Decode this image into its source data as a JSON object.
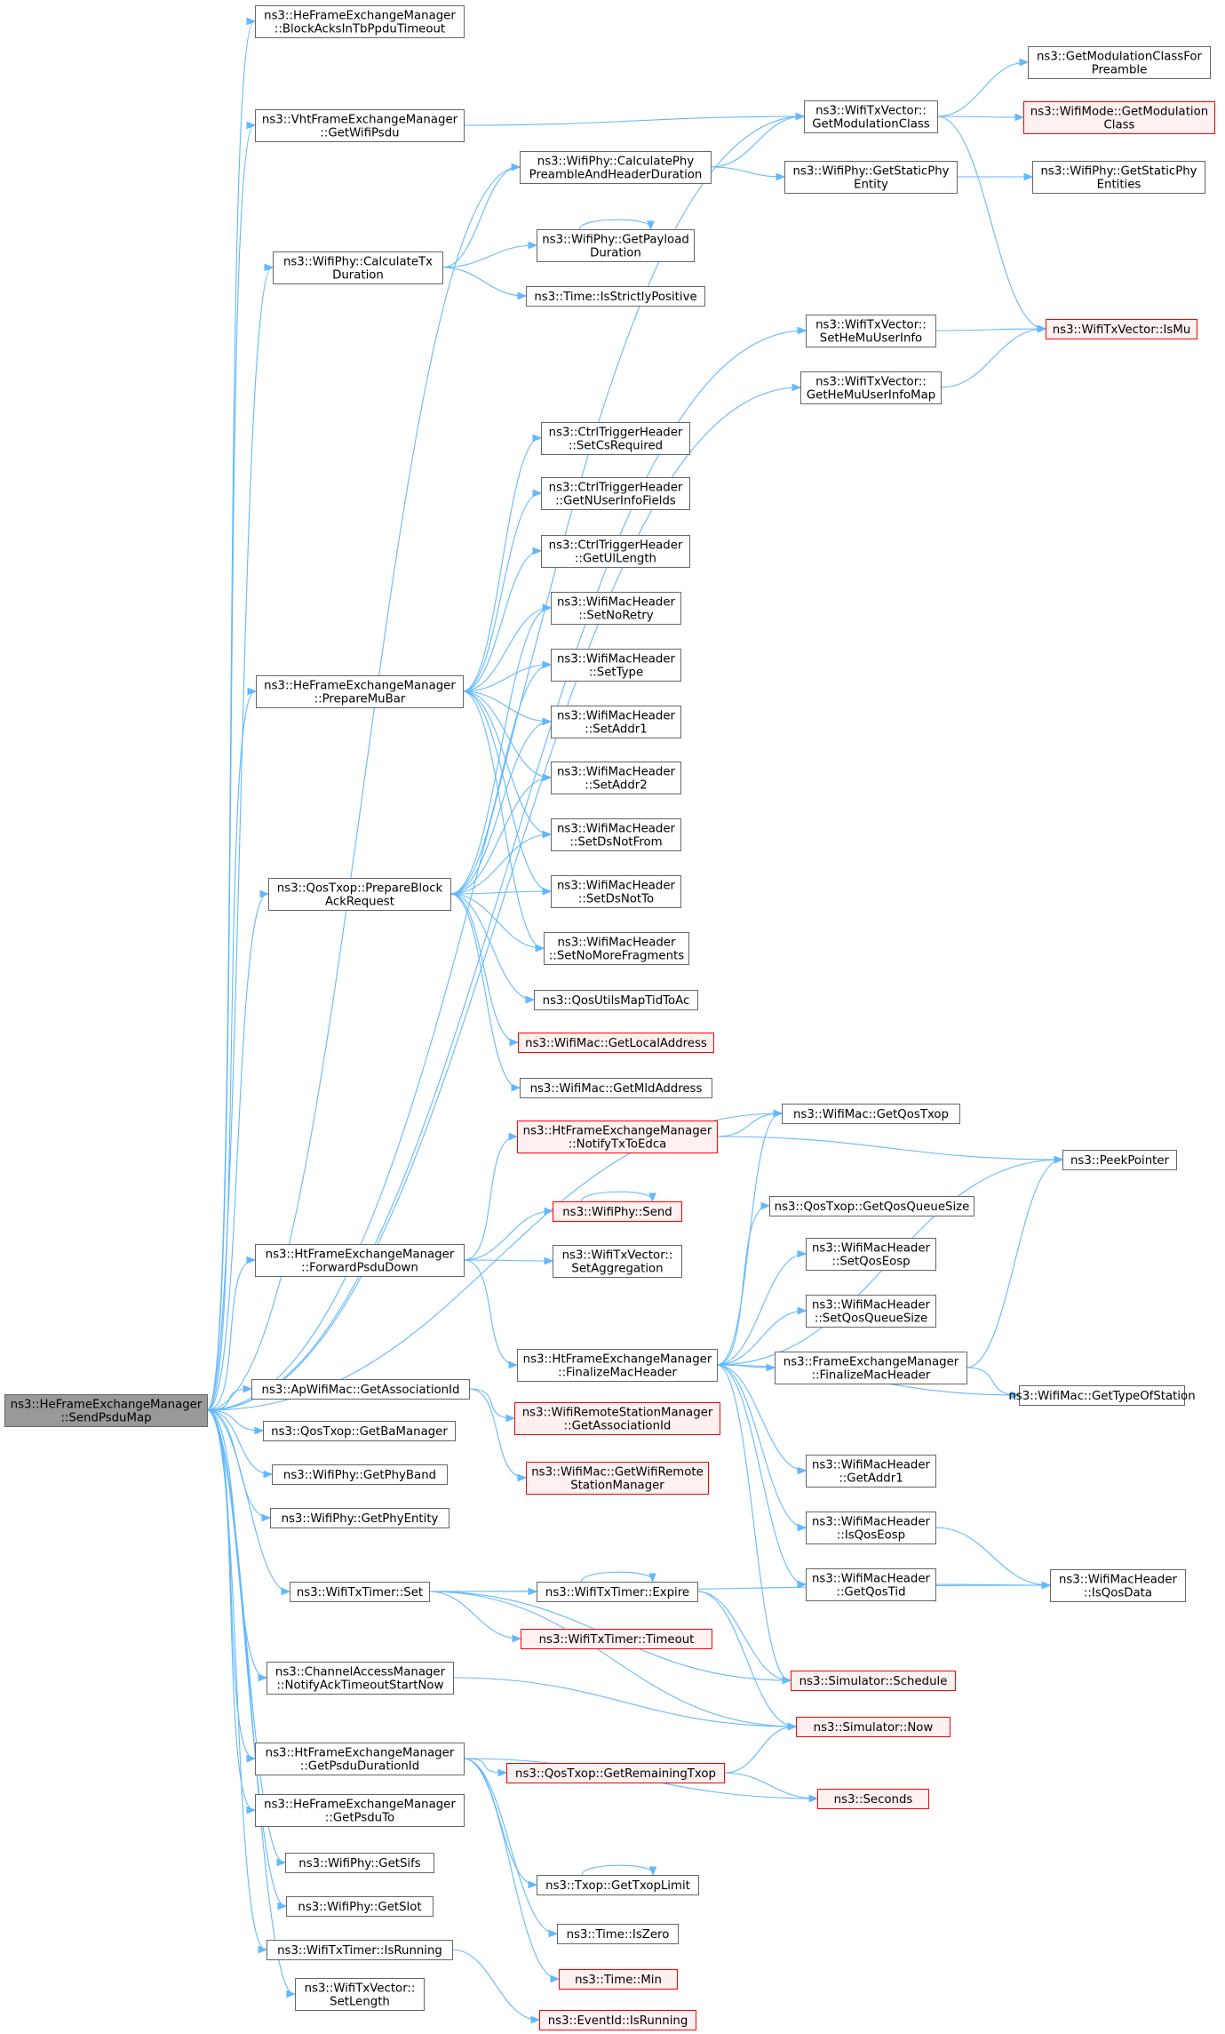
{
  "colors": {
    "edge": "#63b8ff",
    "normal_fill": "#ffffff",
    "normal_border": "#666666",
    "red_fill": "#fff0f0",
    "red_border": "#ff0000",
    "root_fill": "#999999",
    "root_border": "#666666"
  },
  "nodes": [
    {
      "id": "root",
      "lines": [
        "ns3::HeFrameExchangeManager",
        "::SendPsduMap"
      ],
      "style": "root"
    },
    {
      "id": "blockacks",
      "lines": [
        "ns3::HeFrameExchangeManager",
        "::BlockAcksInTbPpduTimeout"
      ],
      "style": "normal"
    },
    {
      "id": "vhtgetwifipsdu",
      "lines": [
        "ns3::VhtFrameExchangeManager",
        "::GetWifiPsdu"
      ],
      "style": "normal"
    },
    {
      "id": "calctxduration",
      "lines": [
        "ns3::WifiPhy::CalculateTx",
        "Duration"
      ],
      "style": "normal"
    },
    {
      "id": "preparemubar",
      "lines": [
        "ns3::HeFrameExchangeManager",
        "::PrepareMuBar"
      ],
      "style": "normal"
    },
    {
      "id": "prepareblockack",
      "lines": [
        "ns3::QosTxop::PrepareBlock",
        "AckRequest"
      ],
      "style": "normal"
    },
    {
      "id": "forwardpsdudown",
      "lines": [
        "ns3::HtFrameExchangeManager",
        "::ForwardPsduDown"
      ],
      "style": "normal"
    },
    {
      "id": "getassocid",
      "lines": [
        "ns3::ApWifiMac::GetAssociationId"
      ],
      "style": "normal"
    },
    {
      "id": "getbamanager",
      "lines": [
        "ns3::QosTxop::GetBaManager"
      ],
      "style": "normal"
    },
    {
      "id": "getphyband",
      "lines": [
        "ns3::WifiPhy::GetPhyBand"
      ],
      "style": "normal"
    },
    {
      "id": "getphyentity",
      "lines": [
        "ns3::WifiPhy::GetPhyEntity"
      ],
      "style": "normal"
    },
    {
      "id": "txtimerset",
      "lines": [
        "ns3::WifiTxTimer::Set"
      ],
      "style": "normal"
    },
    {
      "id": "notifyacktimeout",
      "lines": [
        "ns3::ChannelAccessManager",
        "::NotifyAckTimeoutStartNow"
      ],
      "style": "normal"
    },
    {
      "id": "getpsdudurationid",
      "lines": [
        "ns3::HtFrameExchangeManager",
        "::GetPsduDurationId"
      ],
      "style": "normal"
    },
    {
      "id": "getpsduto",
      "lines": [
        "ns3::HeFrameExchangeManager",
        "::GetPsduTo"
      ],
      "style": "normal"
    },
    {
      "id": "getsifs",
      "lines": [
        "ns3::WifiPhy::GetSifs"
      ],
      "style": "normal"
    },
    {
      "id": "getslot",
      "lines": [
        "ns3::WifiPhy::GetSlot"
      ],
      "style": "normal"
    },
    {
      "id": "txtimerisrunning",
      "lines": [
        "ns3::WifiTxTimer::IsRunning"
      ],
      "style": "normal"
    },
    {
      "id": "setlength",
      "lines": [
        "ns3::WifiTxVector::",
        "SetLength"
      ],
      "style": "normal"
    },
    {
      "id": "calcpreamble",
      "lines": [
        "ns3::WifiPhy::CalculatePhy",
        "PreambleAndHeaderDuration"
      ],
      "style": "normal"
    },
    {
      "id": "getpayloadduration",
      "lines": [
        "ns3::WifiPhy::GetPayload",
        "Duration"
      ],
      "style": "normal"
    },
    {
      "id": "isstrictlypositive",
      "lines": [
        "ns3::Time::IsStrictlyPositive"
      ],
      "style": "normal"
    },
    {
      "id": "getmodclass",
      "lines": [
        "ns3::WifiTxVector::",
        "GetModulationClass"
      ],
      "style": "normal"
    },
    {
      "id": "getstaticphyentity",
      "lines": [
        "ns3::WifiPhy::GetStaticPhy",
        "Entity"
      ],
      "style": "normal"
    },
    {
      "id": "getmodclassforpreamble",
      "lines": [
        "ns3::GetModulationClassFor",
        "Preamble"
      ],
      "style": "normal"
    },
    {
      "id": "wifimodegetmodclass",
      "lines": [
        "ns3::WifiMode::GetModulation",
        "Class"
      ],
      "style": "red"
    },
    {
      "id": "getstaticphyentities",
      "lines": [
        "ns3::WifiPhy::GetStaticPhy",
        "Entities"
      ],
      "style": "normal"
    },
    {
      "id": "sethemuuserinfo",
      "lines": [
        "ns3::WifiTxVector::",
        "SetHeMuUserInfo"
      ],
      "style": "normal"
    },
    {
      "id": "gethemuuserinfomap",
      "lines": [
        "ns3::WifiTxVector::",
        "GetHeMuUserInfoMap"
      ],
      "style": "normal"
    },
    {
      "id": "ismu",
      "lines": [
        "ns3::WifiTxVector::IsMu"
      ],
      "style": "red"
    },
    {
      "id": "setcsrequired",
      "lines": [
        "ns3::CtrlTriggerHeader",
        "::SetCsRequired"
      ],
      "style": "normal"
    },
    {
      "id": "getnuserinfofields",
      "lines": [
        "ns3::CtrlTriggerHeader",
        "::GetNUserInfoFields"
      ],
      "style": "normal"
    },
    {
      "id": "getullength",
      "lines": [
        "ns3::CtrlTriggerHeader",
        "::GetUlLength"
      ],
      "style": "normal"
    },
    {
      "id": "setnoretry",
      "lines": [
        "ns3::WifiMacHeader",
        "::SetNoRetry"
      ],
      "style": "normal"
    },
    {
      "id": "settype",
      "lines": [
        "ns3::WifiMacHeader",
        "::SetType"
      ],
      "style": "normal"
    },
    {
      "id": "setaddr1",
      "lines": [
        "ns3::WifiMacHeader",
        "::SetAddr1"
      ],
      "style": "normal"
    },
    {
      "id": "setaddr2",
      "lines": [
        "ns3::WifiMacHeader",
        "::SetAddr2"
      ],
      "style": "normal"
    },
    {
      "id": "setdsnotfrom",
      "lines": [
        "ns3::WifiMacHeader",
        "::SetDsNotFrom"
      ],
      "style": "normal"
    },
    {
      "id": "setdsnotto",
      "lines": [
        "ns3::WifiMacHeader",
        "::SetDsNotTo"
      ],
      "style": "normal"
    },
    {
      "id": "setnomorefragments",
      "lines": [
        "ns3::WifiMacHeader",
        "::SetNoMoreFragments"
      ],
      "style": "normal"
    },
    {
      "id": "qosutilsmaptid",
      "lines": [
        "ns3::QosUtilsMapTidToAc"
      ],
      "style": "normal"
    },
    {
      "id": "getlocaladdress",
      "lines": [
        "ns3::WifiMac::GetLocalAddress"
      ],
      "style": "red"
    },
    {
      "id": "getmldaddress",
      "lines": [
        "ns3::WifiMac::GetMldAddress"
      ],
      "style": "normal"
    },
    {
      "id": "notifytxtoedca",
      "lines": [
        "ns3::HtFrameExchangeManager",
        "::NotifyTxToEdca"
      ],
      "style": "red"
    },
    {
      "id": "wifiphysend",
      "lines": [
        "ns3::WifiPhy::Send"
      ],
      "style": "red"
    },
    {
      "id": "setaggregation",
      "lines": [
        "ns3::WifiTxVector::",
        "SetAggregation"
      ],
      "style": "normal"
    },
    {
      "id": "finalizemacheader",
      "lines": [
        "ns3::HtFrameExchangeManager",
        "::FinalizeMacHeader"
      ],
      "style": "normal"
    },
    {
      "id": "getremoteassocid",
      "lines": [
        "ns3::WifiRemoteStationManager",
        "::GetAssociationId"
      ],
      "style": "red"
    },
    {
      "id": "getwifiremotemanager",
      "lines": [
        "ns3::WifiMac::GetWifiRemote",
        "StationManager"
      ],
      "style": "red"
    },
    {
      "id": "getqostxop",
      "lines": [
        "ns3::WifiMac::GetQosTxop"
      ],
      "style": "normal"
    },
    {
      "id": "peekpointer",
      "lines": [
        "ns3::PeekPointer"
      ],
      "style": "normal"
    },
    {
      "id": "getqosqueuesize",
      "lines": [
        "ns3::QosTxop::GetQosQueueSize"
      ],
      "style": "normal"
    },
    {
      "id": "setqoseosp",
      "lines": [
        "ns3::WifiMacHeader",
        "::SetQosEosp"
      ],
      "style": "normal"
    },
    {
      "id": "setqosqueuesize",
      "lines": [
        "ns3::WifiMacHeader",
        "::SetQosQueueSize"
      ],
      "style": "normal"
    },
    {
      "id": "fefinalizemacheader",
      "lines": [
        "ns3::FrameExchangeManager",
        "::FinalizeMacHeader"
      ],
      "style": "normal"
    },
    {
      "id": "gettypeofstation",
      "lines": [
        "ns3::WifiMac::GetTypeOfStation"
      ],
      "style": "normal"
    },
    {
      "id": "getaddr1",
      "lines": [
        "ns3::WifiMacHeader",
        "::GetAddr1"
      ],
      "style": "normal"
    },
    {
      "id": "isqoseosp",
      "lines": [
        "ns3::WifiMacHeader",
        "::IsQosEosp"
      ],
      "style": "normal"
    },
    {
      "id": "getqostid",
      "lines": [
        "ns3::WifiMacHeader",
        "::GetQosTid"
      ],
      "style": "normal"
    },
    {
      "id": "isqosdata",
      "lines": [
        "ns3::WifiMacHeader",
        "::IsQosData"
      ],
      "style": "normal"
    },
    {
      "id": "txtimerexpire",
      "lines": [
        "ns3::WifiTxTimer::Expire"
      ],
      "style": "normal"
    },
    {
      "id": "txtimertimeout",
      "lines": [
        "ns3::WifiTxTimer::Timeout"
      ],
      "style": "red"
    },
    {
      "id": "simschedule",
      "lines": [
        "ns3::Simulator::Schedule"
      ],
      "style": "red"
    },
    {
      "id": "simnow",
      "lines": [
        "ns3::Simulator::Now"
      ],
      "style": "red"
    },
    {
      "id": "getremainingtxop",
      "lines": [
        "ns3::QosTxop::GetRemainingTxop"
      ],
      "style": "red"
    },
    {
      "id": "seconds",
      "lines": [
        "ns3::Seconds"
      ],
      "style": "red"
    },
    {
      "id": "gettxoplimit",
      "lines": [
        "ns3::Txop::GetTxopLimit"
      ],
      "style": "normal"
    },
    {
      "id": "timeiszero",
      "lines": [
        "ns3::Time::IsZero"
      ],
      "style": "normal"
    },
    {
      "id": "timemin",
      "lines": [
        "ns3::Time::Min"
      ],
      "style": "red"
    },
    {
      "id": "eventidisrunning",
      "lines": [
        "ns3::EventId::IsRunning"
      ],
      "style": "red"
    }
  ],
  "edges": [
    [
      "root",
      "blockacks"
    ],
    [
      "root",
      "getmodclass"
    ],
    [
      "root",
      "vhtgetwifipsdu"
    ],
    [
      "root",
      "calcpreamble"
    ],
    [
      "root",
      "calctxduration"
    ],
    [
      "root",
      "sethemuuserinfo"
    ],
    [
      "root",
      "gethemuuserinfomap"
    ],
    [
      "root",
      "preparemubar"
    ],
    [
      "root",
      "prepareblockack"
    ],
    [
      "root",
      "forwardpsdudown"
    ],
    [
      "root",
      "getqostxop"
    ],
    [
      "root",
      "getassocid"
    ],
    [
      "root",
      "getbamanager"
    ],
    [
      "root",
      "getphyband"
    ],
    [
      "root",
      "getphyentity"
    ],
    [
      "root",
      "txtimerset"
    ],
    [
      "root",
      "notifyacktimeout"
    ],
    [
      "root",
      "getpsdudurationid"
    ],
    [
      "root",
      "getpsduto"
    ],
    [
      "root",
      "getsifs"
    ],
    [
      "root",
      "getslot"
    ],
    [
      "root",
      "txtimerisrunning"
    ],
    [
      "root",
      "setlength"
    ],
    [
      "vhtgetwifipsdu",
      "getmodclass"
    ],
    [
      "calcpreamble",
      "getmodclass"
    ],
    [
      "calcpreamble",
      "getstaticphyentity"
    ],
    [
      "calctxduration",
      "calcpreamble"
    ],
    [
      "calctxduration",
      "getpayloadduration"
    ],
    [
      "calctxduration",
      "isstrictlypositive"
    ],
    [
      "getpayloadduration",
      "getpayloadduration"
    ],
    [
      "getmodclass",
      "getmodclassforpreamble"
    ],
    [
      "getmodclass",
      "wifimodegetmodclass"
    ],
    [
      "getmodclass",
      "ismu"
    ],
    [
      "getstaticphyentity",
      "getstaticphyentities"
    ],
    [
      "sethemuuserinfo",
      "ismu"
    ],
    [
      "gethemuuserinfomap",
      "ismu"
    ],
    [
      "preparemubar",
      "setcsrequired"
    ],
    [
      "preparemubar",
      "getnuserinfofields"
    ],
    [
      "preparemubar",
      "getullength"
    ],
    [
      "preparemubar",
      "setnoretry"
    ],
    [
      "preparemubar",
      "settype"
    ],
    [
      "preparemubar",
      "setaddr1"
    ],
    [
      "preparemubar",
      "setaddr2"
    ],
    [
      "preparemubar",
      "setdsnotfrom"
    ],
    [
      "preparemubar",
      "setdsnotto"
    ],
    [
      "preparemubar",
      "setnomorefragments"
    ],
    [
      "prepareblockack",
      "setnoretry"
    ],
    [
      "prepareblockack",
      "settype"
    ],
    [
      "prepareblockack",
      "setaddr1"
    ],
    [
      "prepareblockack",
      "setaddr2"
    ],
    [
      "prepareblockack",
      "setdsnotfrom"
    ],
    [
      "prepareblockack",
      "setdsnotto"
    ],
    [
      "prepareblockack",
      "setnomorefragments"
    ],
    [
      "prepareblockack",
      "qosutilsmaptid"
    ],
    [
      "prepareblockack",
      "getlocaladdress"
    ],
    [
      "prepareblockack",
      "getmldaddress"
    ],
    [
      "forwardpsdudown",
      "notifytxtoedca"
    ],
    [
      "forwardpsdudown",
      "wifiphysend"
    ],
    [
      "forwardpsdudown",
      "setaggregation"
    ],
    [
      "forwardpsdudown",
      "finalizemacheader"
    ],
    [
      "notifytxtoedca",
      "getqostxop"
    ],
    [
      "notifytxtoedca",
      "peekpointer"
    ],
    [
      "wifiphysend",
      "wifiphysend"
    ],
    [
      "finalizemacheader",
      "getqostxop"
    ],
    [
      "finalizemacheader",
      "peekpointer"
    ],
    [
      "finalizemacheader",
      "getqosqueuesize"
    ],
    [
      "finalizemacheader",
      "setqoseosp"
    ],
    [
      "finalizemacheader",
      "setqosqueuesize"
    ],
    [
      "finalizemacheader",
      "fefinalizemacheader"
    ],
    [
      "finalizemacheader",
      "gettypeofstation"
    ],
    [
      "finalizemacheader",
      "getaddr1"
    ],
    [
      "finalizemacheader",
      "isqoseosp"
    ],
    [
      "finalizemacheader",
      "getqostid"
    ],
    [
      "finalizemacheader",
      "simschedule"
    ],
    [
      "fefinalizemacheader",
      "peekpointer"
    ],
    [
      "fefinalizemacheader",
      "gettypeofstation"
    ],
    [
      "isqoseosp",
      "isqosdata"
    ],
    [
      "getqostid",
      "isqosdata"
    ],
    [
      "getassocid",
      "getremoteassocid"
    ],
    [
      "getassocid",
      "getwifiremotemanager"
    ],
    [
      "txtimerset",
      "txtimerexpire"
    ],
    [
      "txtimerset",
      "txtimertimeout"
    ],
    [
      "txtimerset",
      "simschedule"
    ],
    [
      "txtimerset",
      "simnow"
    ],
    [
      "txtimerset",
      "isqosdata"
    ],
    [
      "txtimerexpire",
      "txtimerexpire"
    ],
    [
      "txtimerexpire",
      "simschedule"
    ],
    [
      "txtimerexpire",
      "simnow"
    ],
    [
      "notifyacktimeout",
      "simnow"
    ],
    [
      "getpsdudurationid",
      "getremainingtxop"
    ],
    [
      "getpsdudurationid",
      "seconds"
    ],
    [
      "getpsdudurationid",
      "gettxoplimit"
    ],
    [
      "getpsdudurationid",
      "timeiszero"
    ],
    [
      "getpsdudurationid",
      "timemin"
    ],
    [
      "getremainingtxop",
      "simnow"
    ],
    [
      "getremainingtxop",
      "seconds"
    ],
    [
      "gettxoplimit",
      "gettxoplimit"
    ],
    [
      "txtimerisrunning",
      "eventidisrunning"
    ]
  ]
}
